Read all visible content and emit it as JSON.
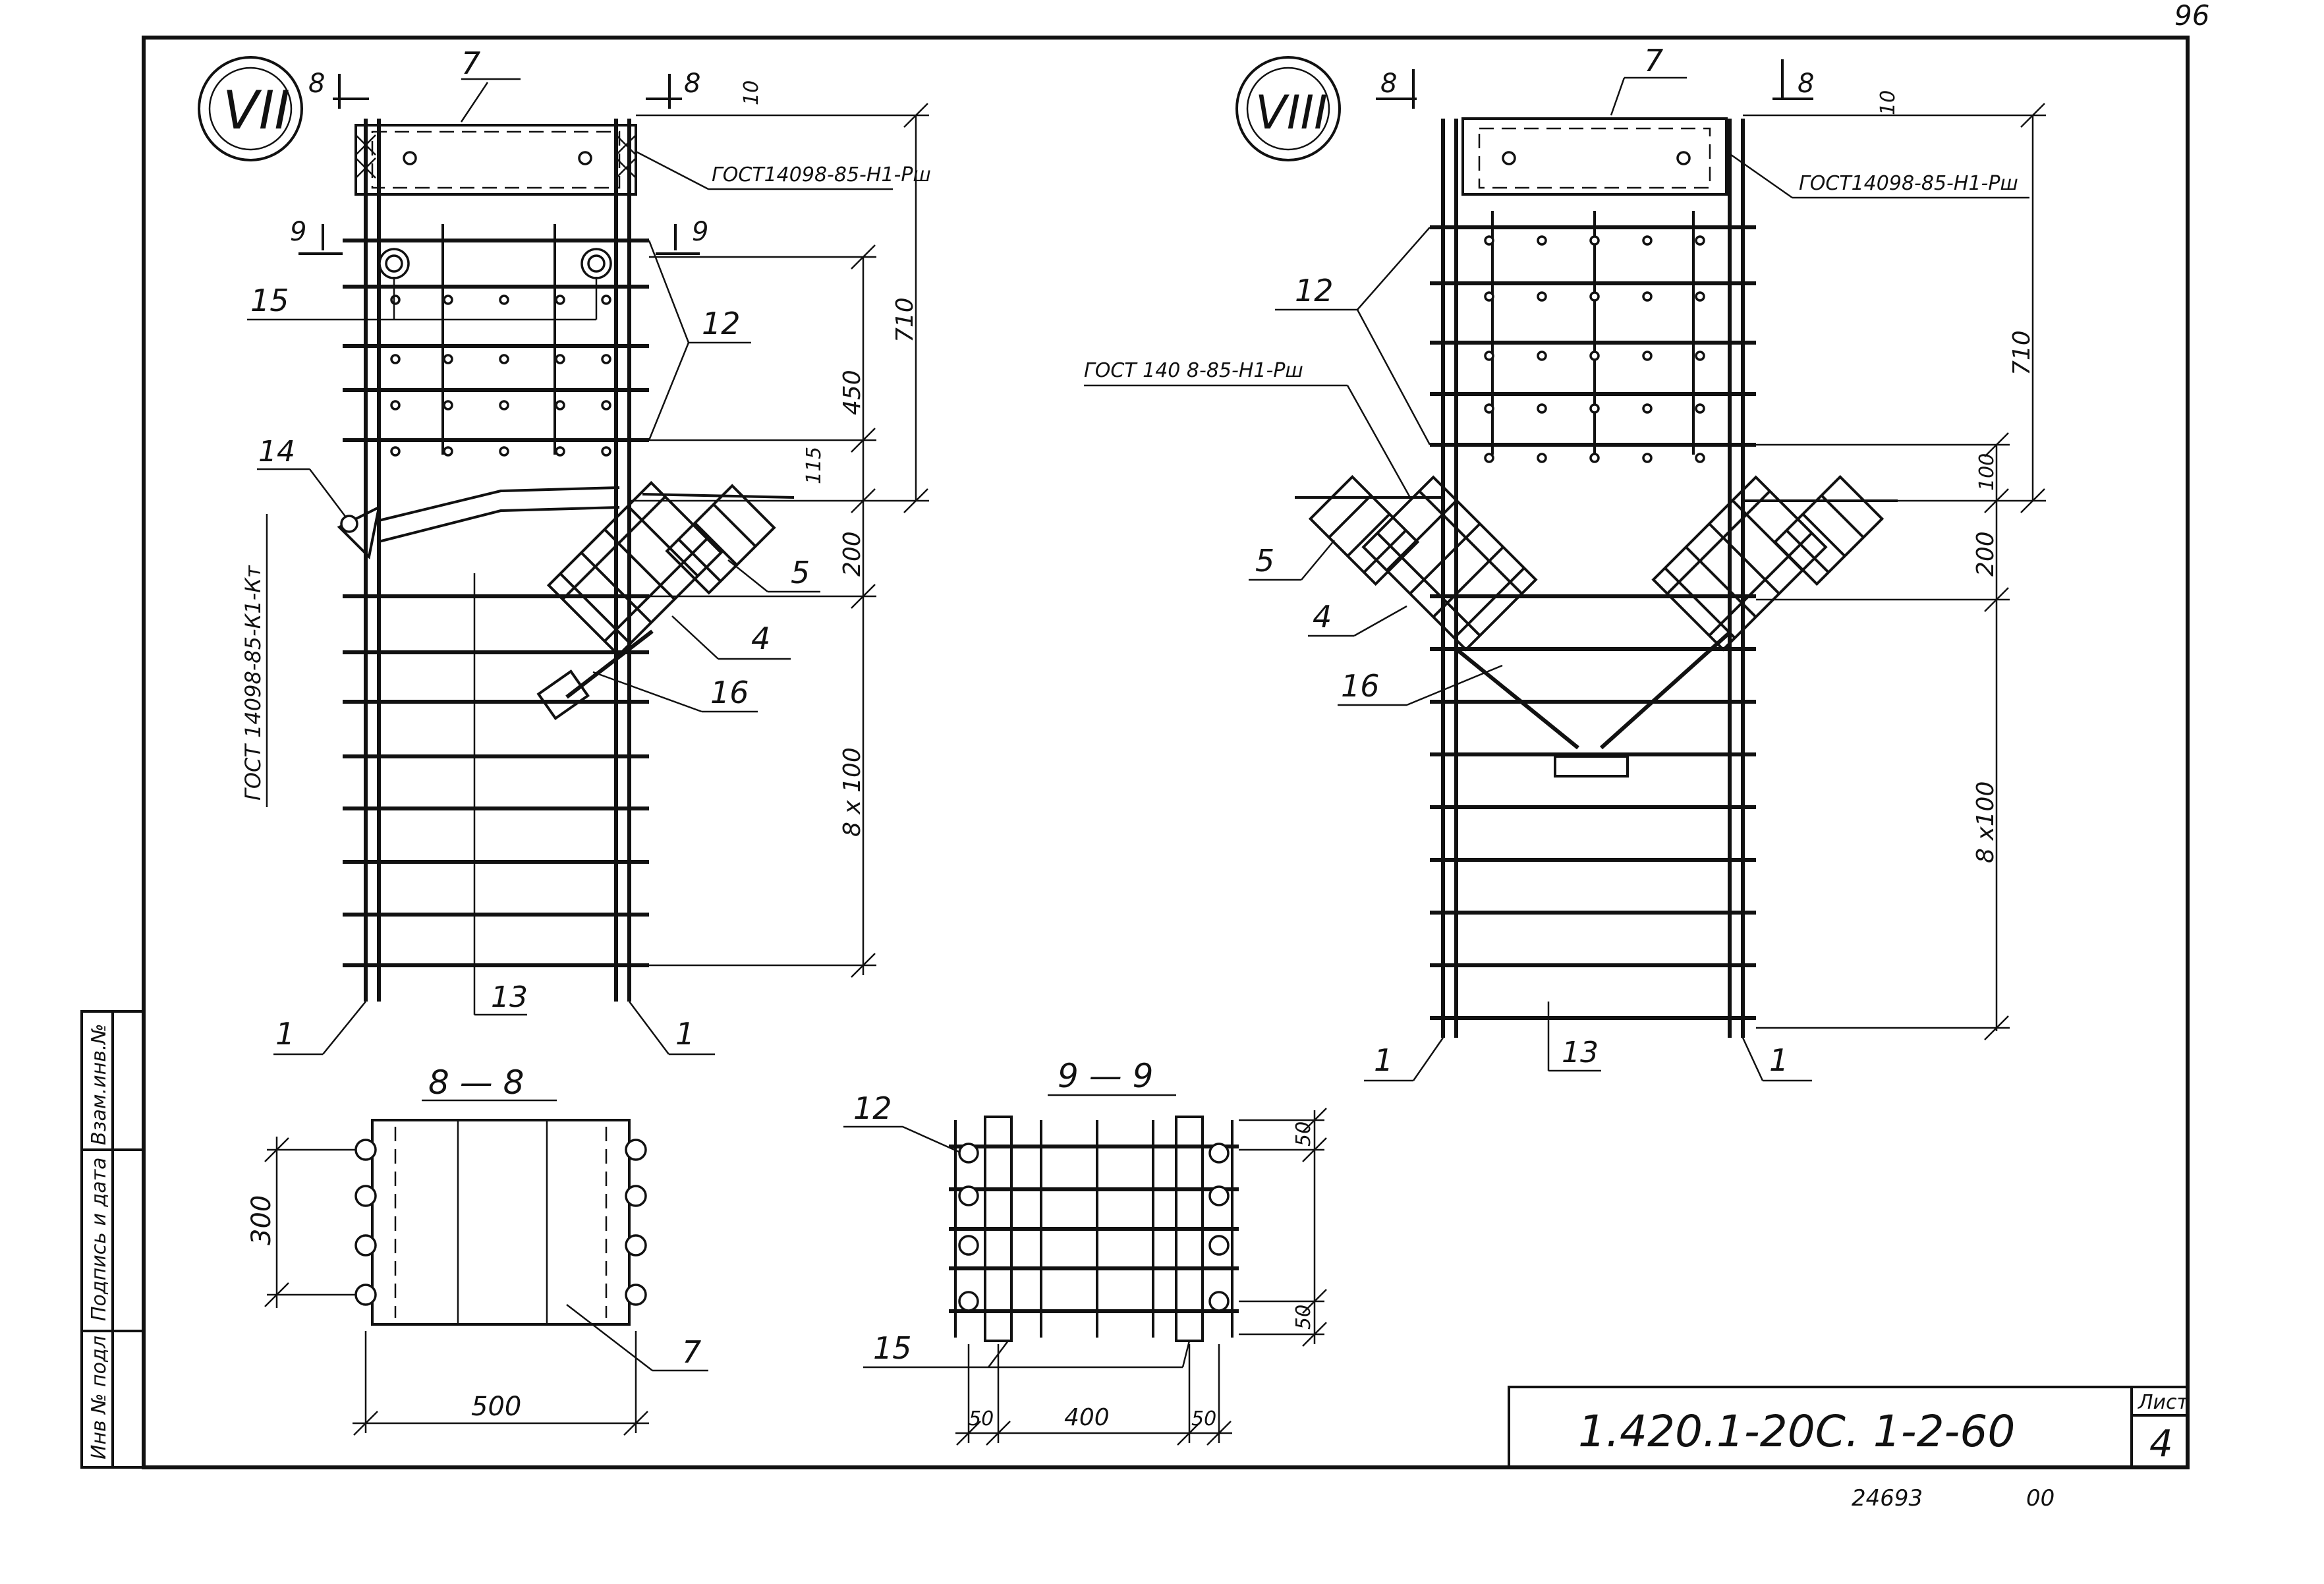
{
  "sheet": {
    "page_number": "96",
    "document_code": "1.420.1-20С. 1-2-60",
    "sheet_label": "Лист",
    "sheet_number": "4",
    "inventory_number": "24693",
    "format_mark": "00"
  },
  "side_stamp": {
    "inv_original": "Инв № подл",
    "signature_date": "Подпись и дата",
    "replaces_inv": "Взам.инв.№"
  },
  "node_7": {
    "marker": "VII",
    "section_top": "8",
    "section_mid": "9",
    "callouts": {
      "plate": "7",
      "clip": "15",
      "bars": "12",
      "loop": "14",
      "bottom_bar": "13",
      "rod_left": "1",
      "rod_right": "1",
      "frame": "5",
      "strut": "4",
      "pin": "16"
    },
    "notes": {
      "weld_top": "ГОСТ14098-85-Н1-Рш",
      "weld_side": "ГОСТ 14098-85-К1-Кт"
    },
    "dims": {
      "top_gap": "10",
      "total": "710",
      "upper": "450",
      "gap": "115",
      "mid": "200",
      "lower": "8 х 100"
    }
  },
  "node_8": {
    "marker": "VIII",
    "section_left": "8",
    "section_right": "8",
    "callouts": {
      "plate": "7",
      "bars": "12",
      "frame": "5",
      "strut": "4",
      "pin": "16",
      "bottom_bar": "13",
      "rod_left": "1",
      "rod_right": "1"
    },
    "notes": {
      "weld_top": "ГОСТ14098-85-Н1-Рш",
      "weld_bracket": "ГОСТ 140 8-85-Н1-Рш"
    },
    "dims": {
      "top_gap": "10",
      "total": "710",
      "gap": "100",
      "mid": "200",
      "lower": "8 х100"
    }
  },
  "section_8": {
    "title": "8 — 8",
    "callout_plate": "7",
    "dim_height": "300",
    "dim_width": "500"
  },
  "section_9": {
    "title": "9 — 9",
    "callout_bars": "12",
    "callout_clip": "15",
    "dim_top": "50",
    "dim_bottom": "50",
    "dim_left": "50",
    "dim_mid": "400",
    "dim_right": "50"
  }
}
